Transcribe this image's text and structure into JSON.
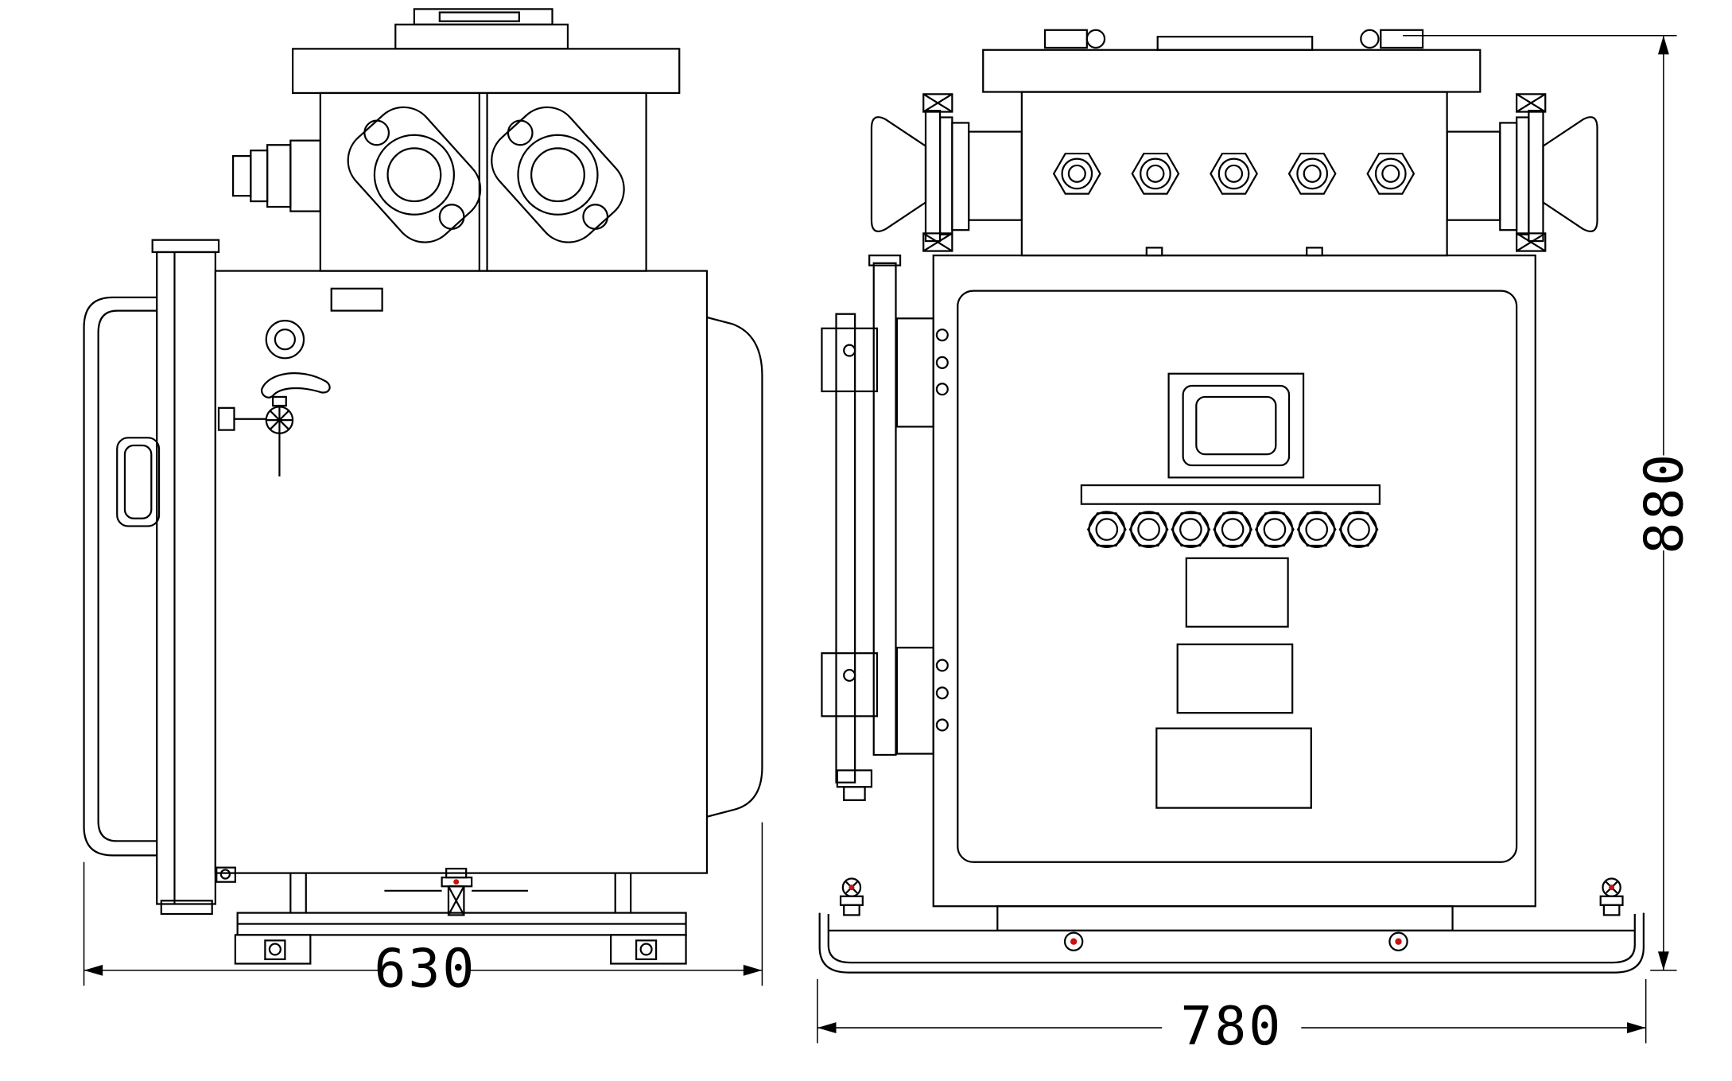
{
  "dimensions": {
    "side_view_width": "630",
    "front_view_width": "780",
    "height": "880"
  },
  "colors": {
    "line": "#000000",
    "marker": "#cc1111",
    "background": "#ffffff"
  }
}
